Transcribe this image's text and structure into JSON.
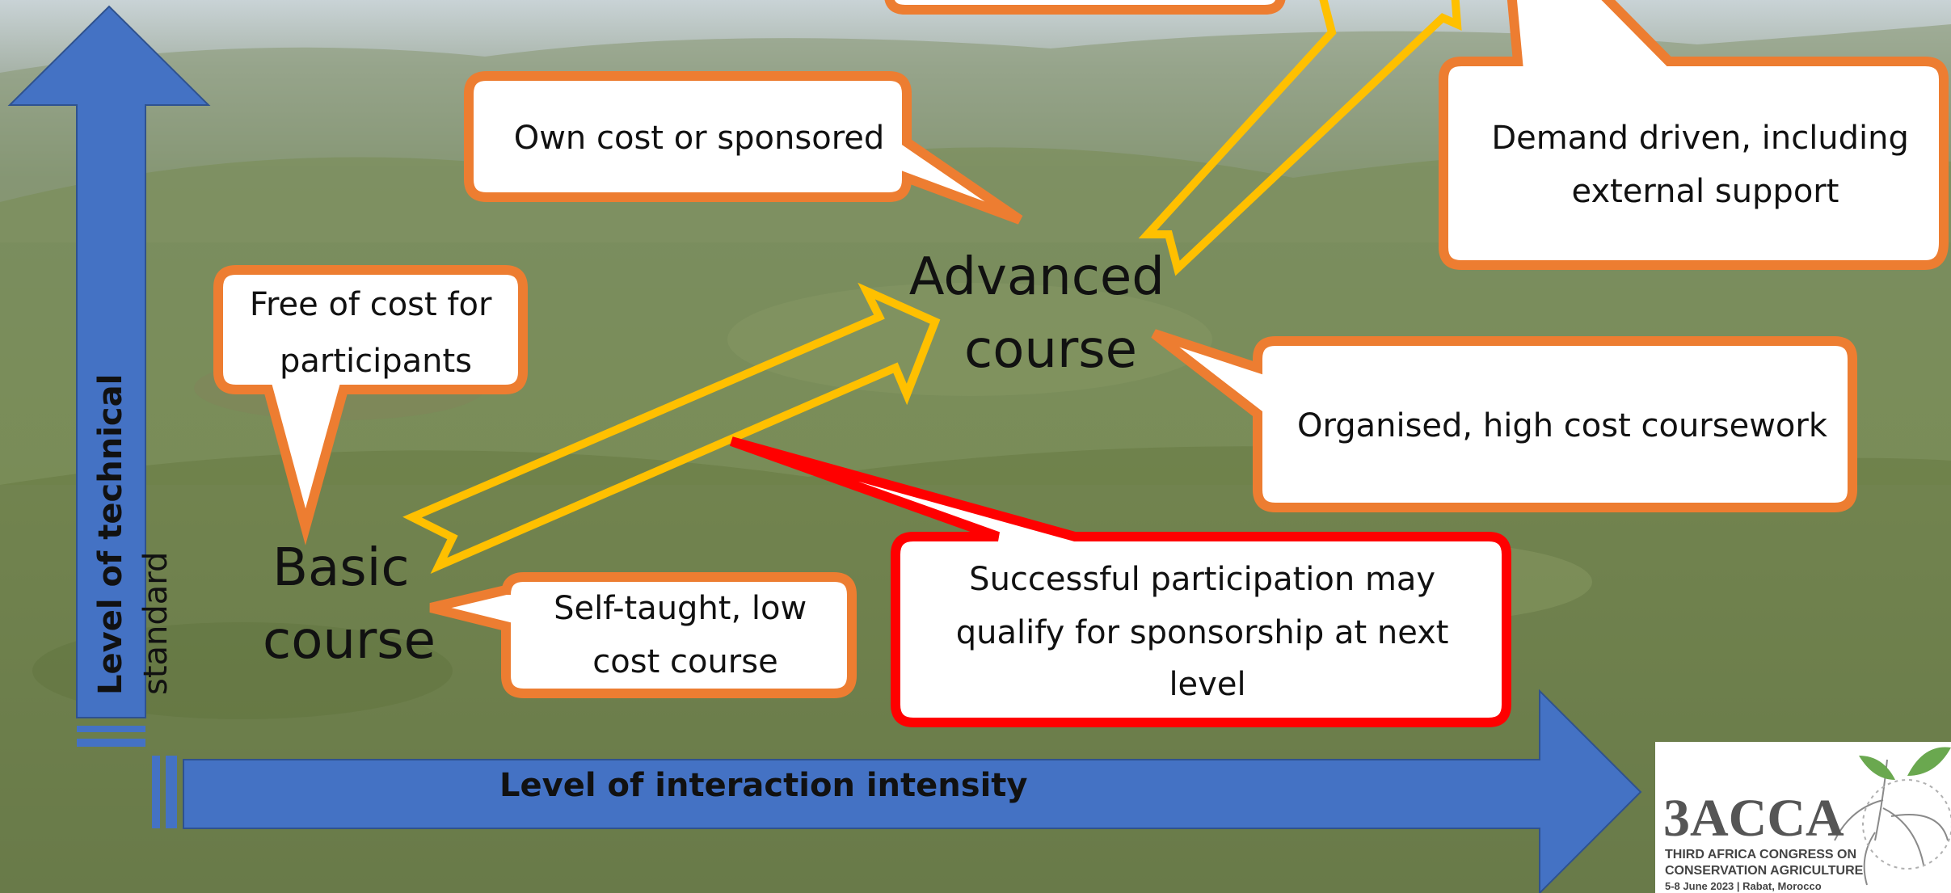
{
  "nodes": {
    "basic": [
      "Basic",
      "course"
    ],
    "advanced": [
      "Advanced",
      "course"
    ]
  },
  "callouts": {
    "free_of_cost": [
      "Free of cost for",
      "participants"
    ],
    "self_taught": [
      "Self-taught, low",
      "cost course"
    ],
    "own_cost": [
      "Own cost or sponsored"
    ],
    "organised": [
      "Organised, high cost coursework"
    ],
    "demand_driven": [
      "Demand driven, including",
      "external support"
    ],
    "successful": [
      "Successful participation may",
      "qualify for sponsorship at next",
      "level"
    ]
  },
  "axes": {
    "y_label": [
      "Level of technical",
      "standard"
    ],
    "x_label": "Level of interaction intensity"
  },
  "logo": {
    "mark": "3ACCA",
    "line1": "THIRD AFRICA CONGRESS ON",
    "line2": "CONSERVATION AGRICULTURE",
    "line3": "5-8 June 2023 | Rabat, Morocco"
  },
  "colors": {
    "axis_blue": "#4472c4",
    "callout_orange": "#ed7d31",
    "callout_red": "#ff0000",
    "progress_arrow": "#ffc000"
  }
}
